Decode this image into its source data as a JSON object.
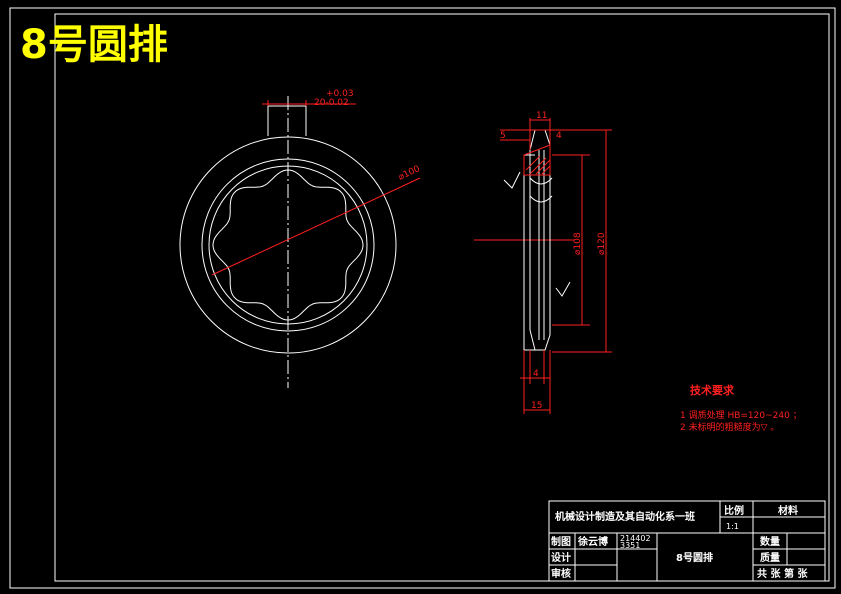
{
  "title": "8号圆排",
  "dims": {
    "keyway_upper": "+0.03",
    "keyway_lower": "20-0.02",
    "dia_100": "⌀100",
    "top_11": "11",
    "left_5": "5",
    "top_4": "4",
    "dia_108": "⌀108",
    "dia_120": "⌀120",
    "bottom_4": "4",
    "bottom_15": "15"
  },
  "tech": {
    "heading": "技术要求",
    "line1": "1 调质处理 HB=120~240 ；",
    "line2": "2 未标明的粗糙度为▽ 。"
  },
  "titleblock": {
    "school": "机械设计制造及其自动化系一班",
    "scale_label": "比例",
    "scale_value": "1:1",
    "material_label": "材料",
    "drawn_label": "制图",
    "drawn_name": "徐云博",
    "student_no_1": "214402",
    "student_no_2": "3351",
    "design_label": "设计",
    "check_label": "审核",
    "part_name": "8号圆排",
    "qty_label": "数量",
    "mass_label": "质量",
    "sheets": "共 张 第 张"
  }
}
